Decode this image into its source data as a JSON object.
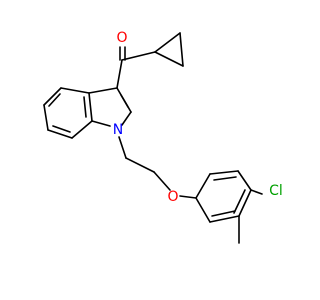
{
  "molecule": {
    "atoms": {
      "oxygen_carbonyl": "O",
      "nitrogen_indole": "N",
      "oxygen_ether": "O",
      "chlorine": "Cl"
    },
    "colors": {
      "bond": "#000000",
      "oxygen": "#ff0000",
      "nitrogen": "#0000ff",
      "chlorine": "#00a000"
    }
  }
}
